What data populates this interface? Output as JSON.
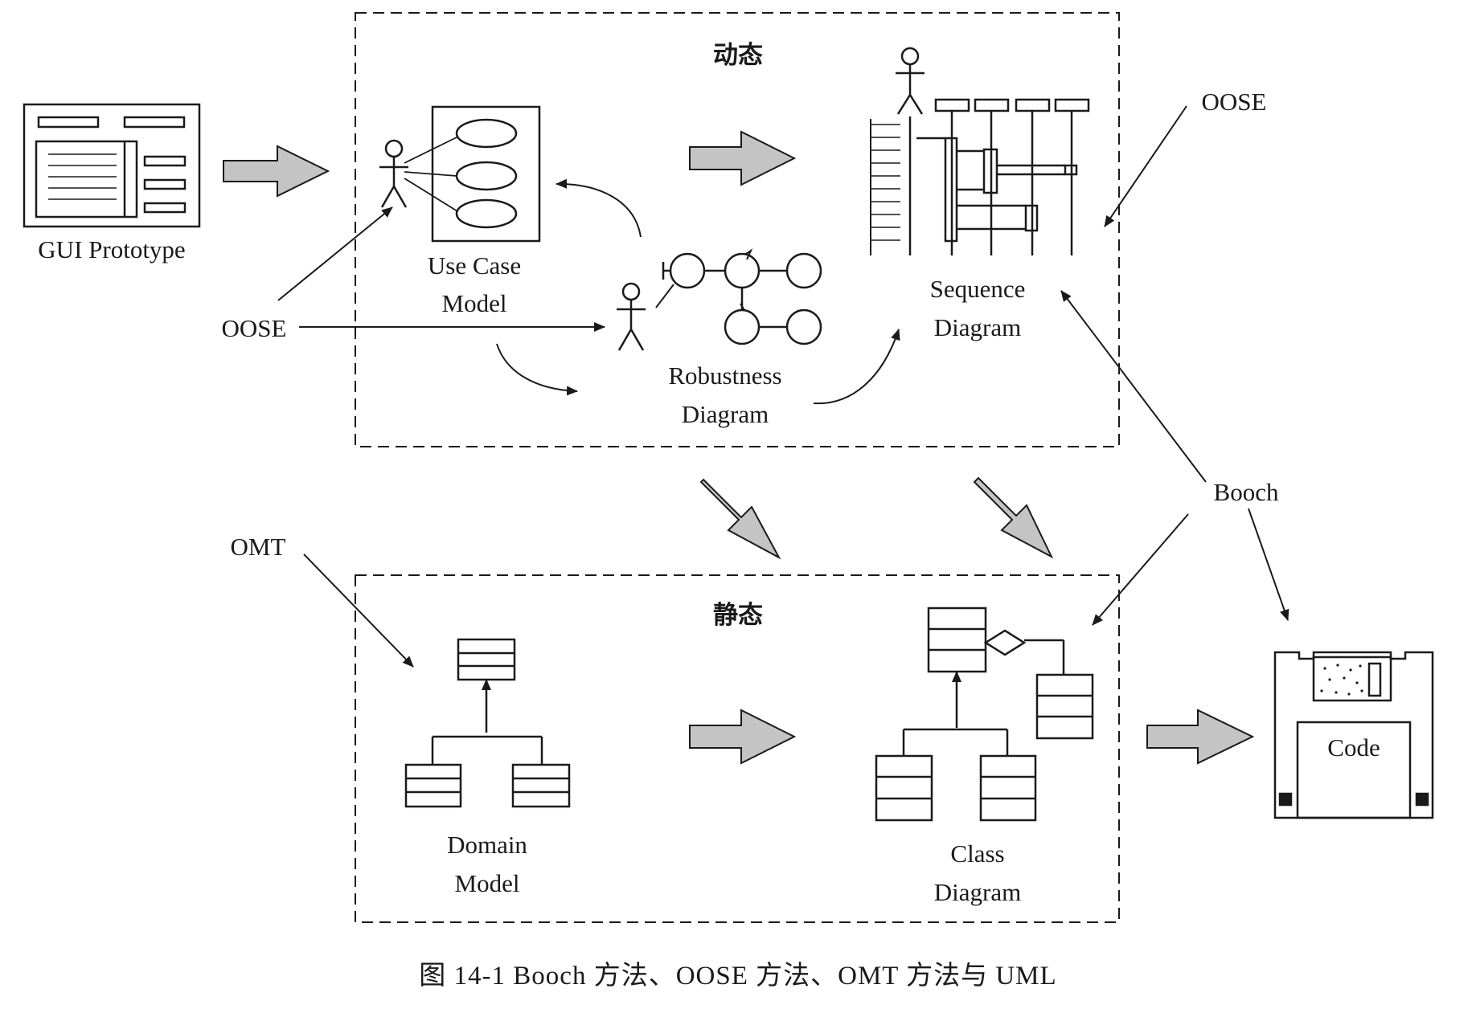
{
  "dynamic_title": "动态",
  "static_title": "静态",
  "gui_label": "GUI Prototype",
  "usecase_label": [
    "Use Case",
    "Model"
  ],
  "robustness_label": [
    "Robustness",
    "Diagram"
  ],
  "sequence_label": [
    "Sequence",
    "Diagram"
  ],
  "domain_label": [
    "Domain",
    "Model"
  ],
  "class_label": [
    "Class",
    "Diagram"
  ],
  "code_label": "Code",
  "oose_left": "OOSE",
  "oose_right": "OOSE",
  "omt_label": "OMT",
  "booch_label": "Booch",
  "caption": "图 14-1   Booch 方法、OOSE 方法、OMT 方法与 UML",
  "colors": {
    "stroke": "#1a1a1a",
    "arrow_fill": "#c4c4c4"
  }
}
